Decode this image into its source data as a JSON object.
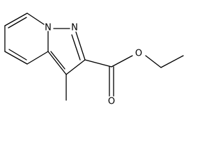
{
  "molecule": {
    "atoms": {
      "n_bridge": "N",
      "n2": "N",
      "o_carbonyl": "O",
      "o_ester": "O"
    }
  }
}
